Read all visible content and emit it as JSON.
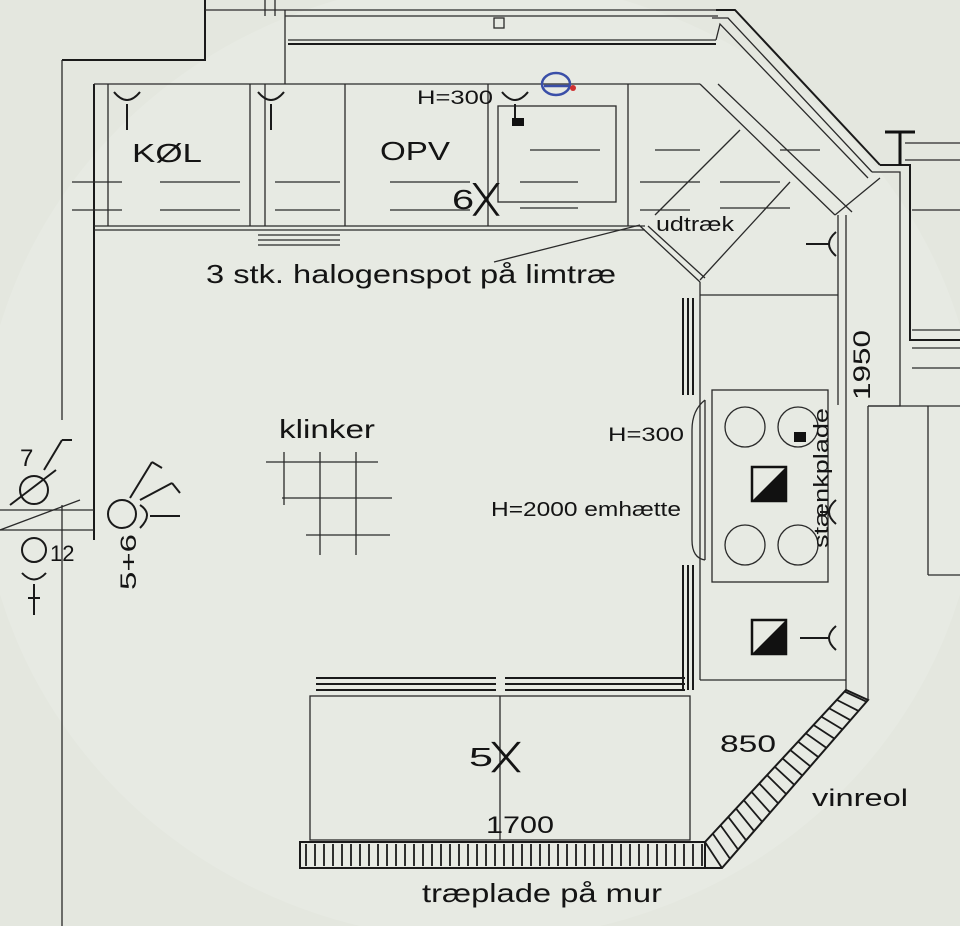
{
  "labels": {
    "kol": "KØL",
    "opv": "OPV",
    "h300_top": "H=300",
    "six_x": "6╳",
    "udtraek": "udtræk",
    "halogen": "3 stk. halogenspot på limtræ",
    "klinker": "klinker",
    "h300_right": "H=300",
    "h2000": "H=2000 emhætte",
    "stankplade": "stænkplade",
    "dim_1950": "1950",
    "num_7": "7",
    "num_12": "12",
    "num_56": "5+6",
    "five_x": "5╳",
    "dim_850": "850",
    "vinreol": "vinreol",
    "dim_1700": "1700",
    "traeplade": "træplade på mur"
  },
  "colors": {
    "background": "#e4e7df",
    "line": "#1a1a1a",
    "sink_icon": "#3a4fa8"
  },
  "icons": [
    "faucet-icon",
    "outlet-icon",
    "wall-light-icon",
    "hob-burner-icon",
    "appliance-symbol-icon"
  ]
}
